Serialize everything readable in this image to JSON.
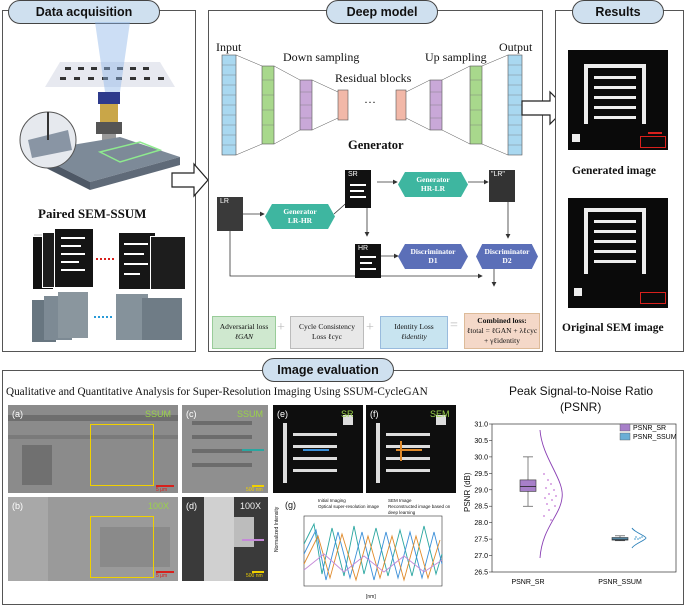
{
  "sections": {
    "acquisition": "Data acquisition",
    "deep_model": "Deep model",
    "results": "Results",
    "evaluation": "Image evaluation"
  },
  "acquisition": {
    "paired_label": "Paired SEM-SSUM"
  },
  "model": {
    "input": "Input",
    "down_sampling": "Down sampling",
    "residual_blocks": "Residual blocks",
    "ellipsis": "···",
    "up_sampling": "Up sampling",
    "output": "Output",
    "generator": "Generator",
    "lr": "LR",
    "sr": "SR",
    "lr_quote": "\"LR\"",
    "hr": "HR",
    "gen_lr_hr_1": "Generator",
    "gen_lr_hr_2": "LR-HR",
    "gen_hr_lr_1": "Generator",
    "gen_hr_lr_2": "HR-LR",
    "disc_d1_1": "Discriminator",
    "disc_d1_2": "D1",
    "disc_d2_1": "Discriminator",
    "disc_d2_2": "D2",
    "loss_adv_1": "Adversarial loss",
    "loss_adv_2": "ℓGAN",
    "loss_cyc_1": "Cycle Consistency",
    "loss_cyc_2": "Loss ℓcyc",
    "loss_id_1": "Identity Loss",
    "loss_id_2": "ℓidentity",
    "loss_comb_1": "Combined loss:",
    "loss_comb_2": "ℓtotal = ℓGAN + λℓcyc",
    "loss_comb_3": "+ γℓidentity",
    "colors": {
      "input_layer": "#a9d8f0",
      "down_layer": "#a8d88c",
      "res_layer": "#c9a8d8",
      "block": "#f2b8a8",
      "generator": "#3eb6a0",
      "discriminator": "#5b6fb8",
      "loss_adv": "#cfe8cf",
      "loss_cyc": "#e8e8e8",
      "loss_id": "#c8e4f0",
      "loss_comb": "#f4d8c8"
    }
  },
  "results": {
    "generated": "Generated image",
    "original": "Original SEM image"
  },
  "evaluation": {
    "title": "Qualitative and Quantitative Analysis for Super-Resolution Imaging Using SSUM-CycleGAN",
    "panel_a": "(a)",
    "panel_b": "(b)",
    "panel_c": "(c)",
    "panel_d": "(d)",
    "panel_e": "(e)",
    "panel_f": "(f)",
    "panel_g": "(g)",
    "ssum": "SSUM",
    "x100": "100X",
    "sr": "SR",
    "sem": "SEM",
    "scale_1": "5 μm",
    "scale_2": "500 nm",
    "legend_g": [
      "Initial Imaging",
      "SEM Image",
      "Optical super-resolution image",
      "Reconstructed image based on deep learning"
    ],
    "ylabel_g": "Normalized Intensity",
    "xlabel_g": "[nm]"
  },
  "chart_data": {
    "type": "boxplot",
    "title": "Peak Signal-to-Noise Ratio",
    "subtitle": "(PSNR)",
    "ylabel": "PSNR (dB)",
    "ylim": [
      26.5,
      31.0
    ],
    "yticks": [
      "26.5",
      "27.0",
      "27.5",
      "28.0",
      "28.5",
      "29.0",
      "29.5",
      "30.0",
      "30.5",
      "31.0"
    ],
    "categories": [
      "PSNR_SR",
      "PSNR_SSUM"
    ],
    "series": [
      {
        "name": "PSNR_SR",
        "color": "#a77fc9",
        "min": 28.5,
        "q1": 28.95,
        "median": 29.1,
        "q3": 29.3,
        "max": 30.0
      },
      {
        "name": "PSNR_SSUM",
        "color": "#6aaed6",
        "min": 27.45,
        "q1": 27.47,
        "median": 27.5,
        "q3": 27.55,
        "max": 27.6
      }
    ]
  }
}
